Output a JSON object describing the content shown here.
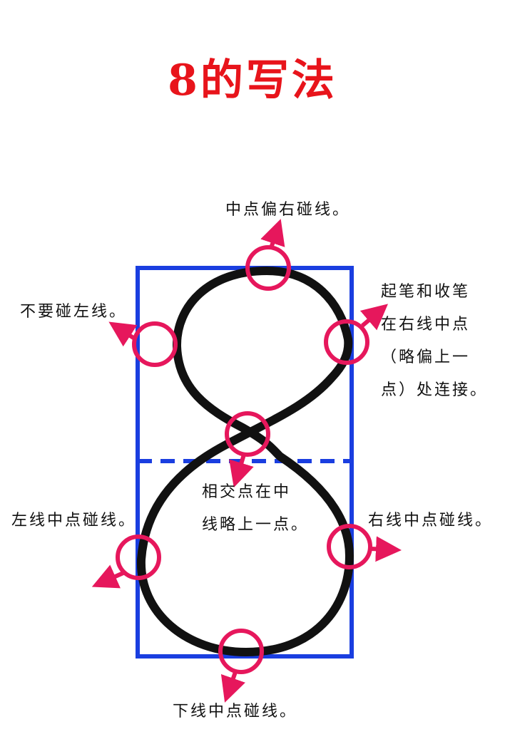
{
  "title": "8的写法",
  "colors": {
    "title": "#e8141b",
    "frame": "#1a3ee0",
    "digit": "#111111",
    "marker": "#e6175c"
  },
  "annotations": {
    "top": "中点偏右碰线。",
    "left_upper": "不要碰左线。",
    "right_upper": [
      "起笔和收笔",
      "在右线中点",
      "（略偏上一",
      "点）处连接。"
    ],
    "center": [
      "相交点在中",
      "线略上一点。"
    ],
    "left_lower": "左线中点碰线。",
    "right_lower": "右线中点碰线。",
    "bottom": "下线中点碰线。"
  }
}
